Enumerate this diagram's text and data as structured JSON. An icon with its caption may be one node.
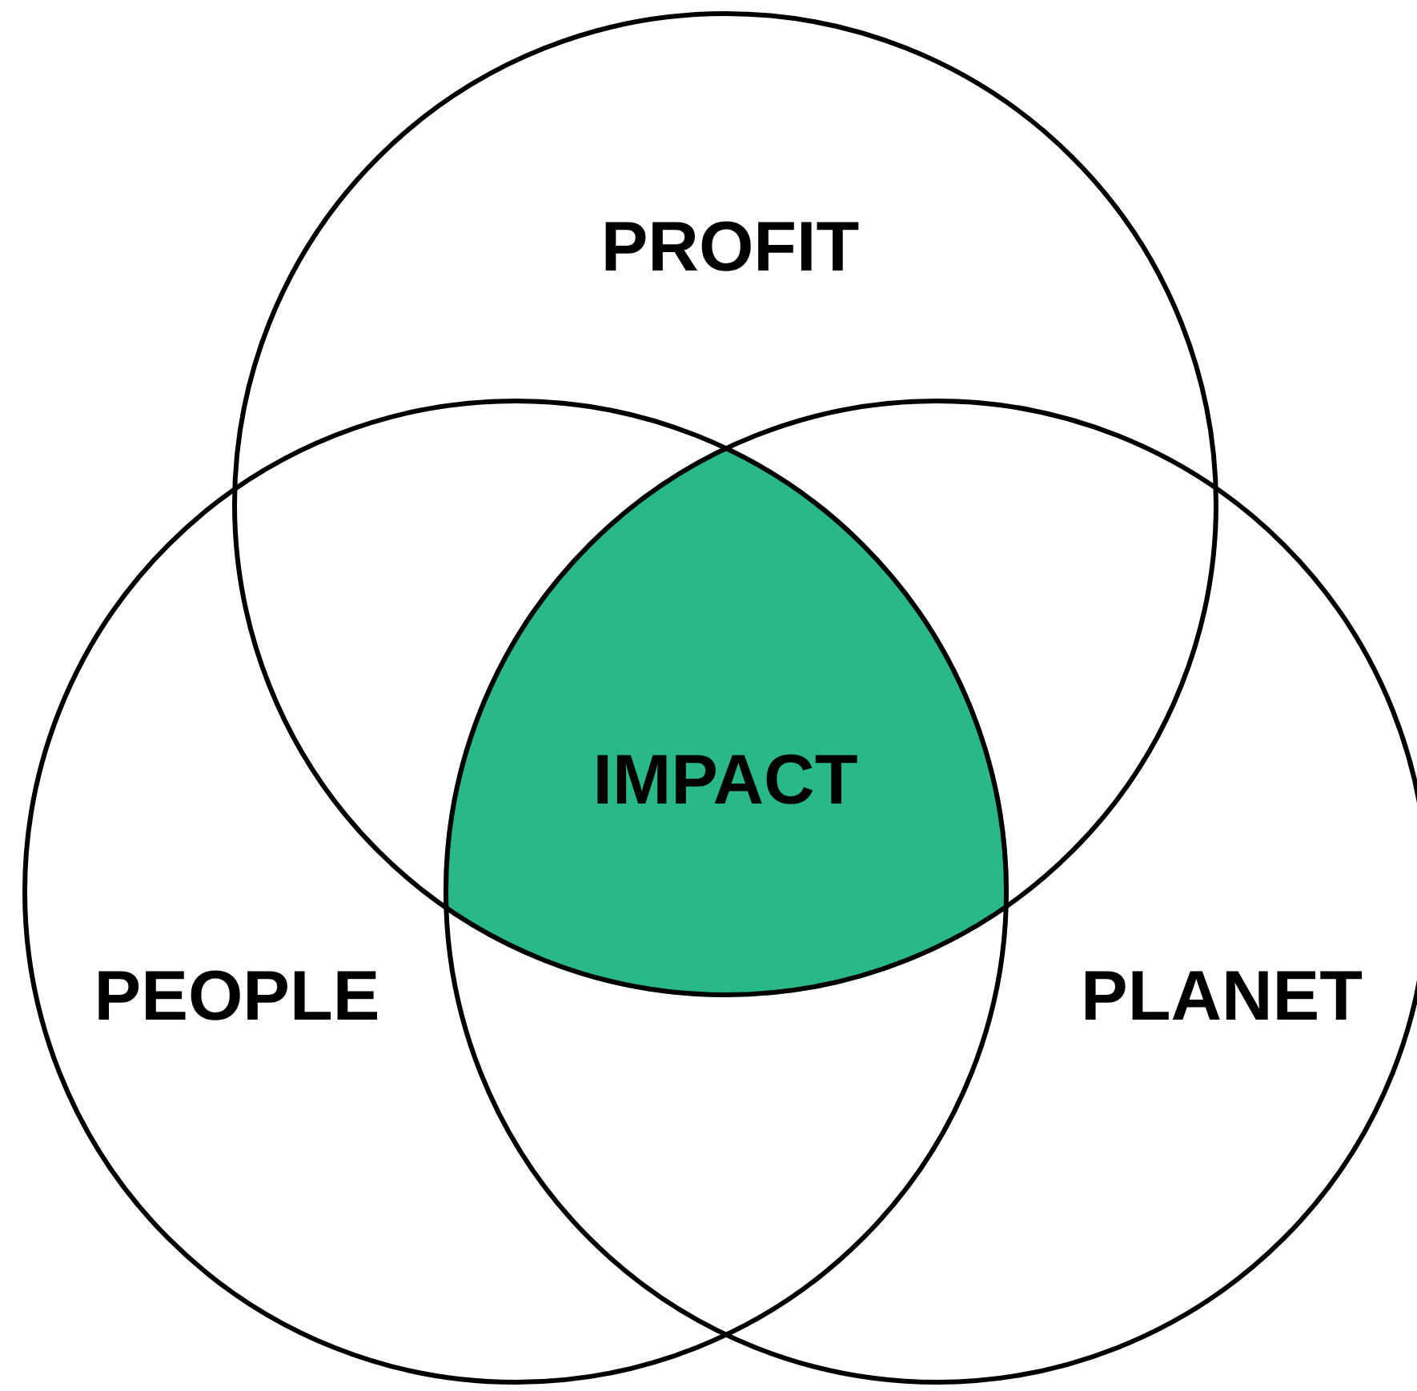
{
  "diagram": {
    "nodes": [
      {
        "text": [
          "PROFIT"
        ]
      },
      {
        "text": [
          "IMPACT"
        ]
      },
      {
        "text": [
          "PEOPLE"
        ]
      },
      {
        "text": [
          "PLANET"
        ]
      }
    ]
  }
}
